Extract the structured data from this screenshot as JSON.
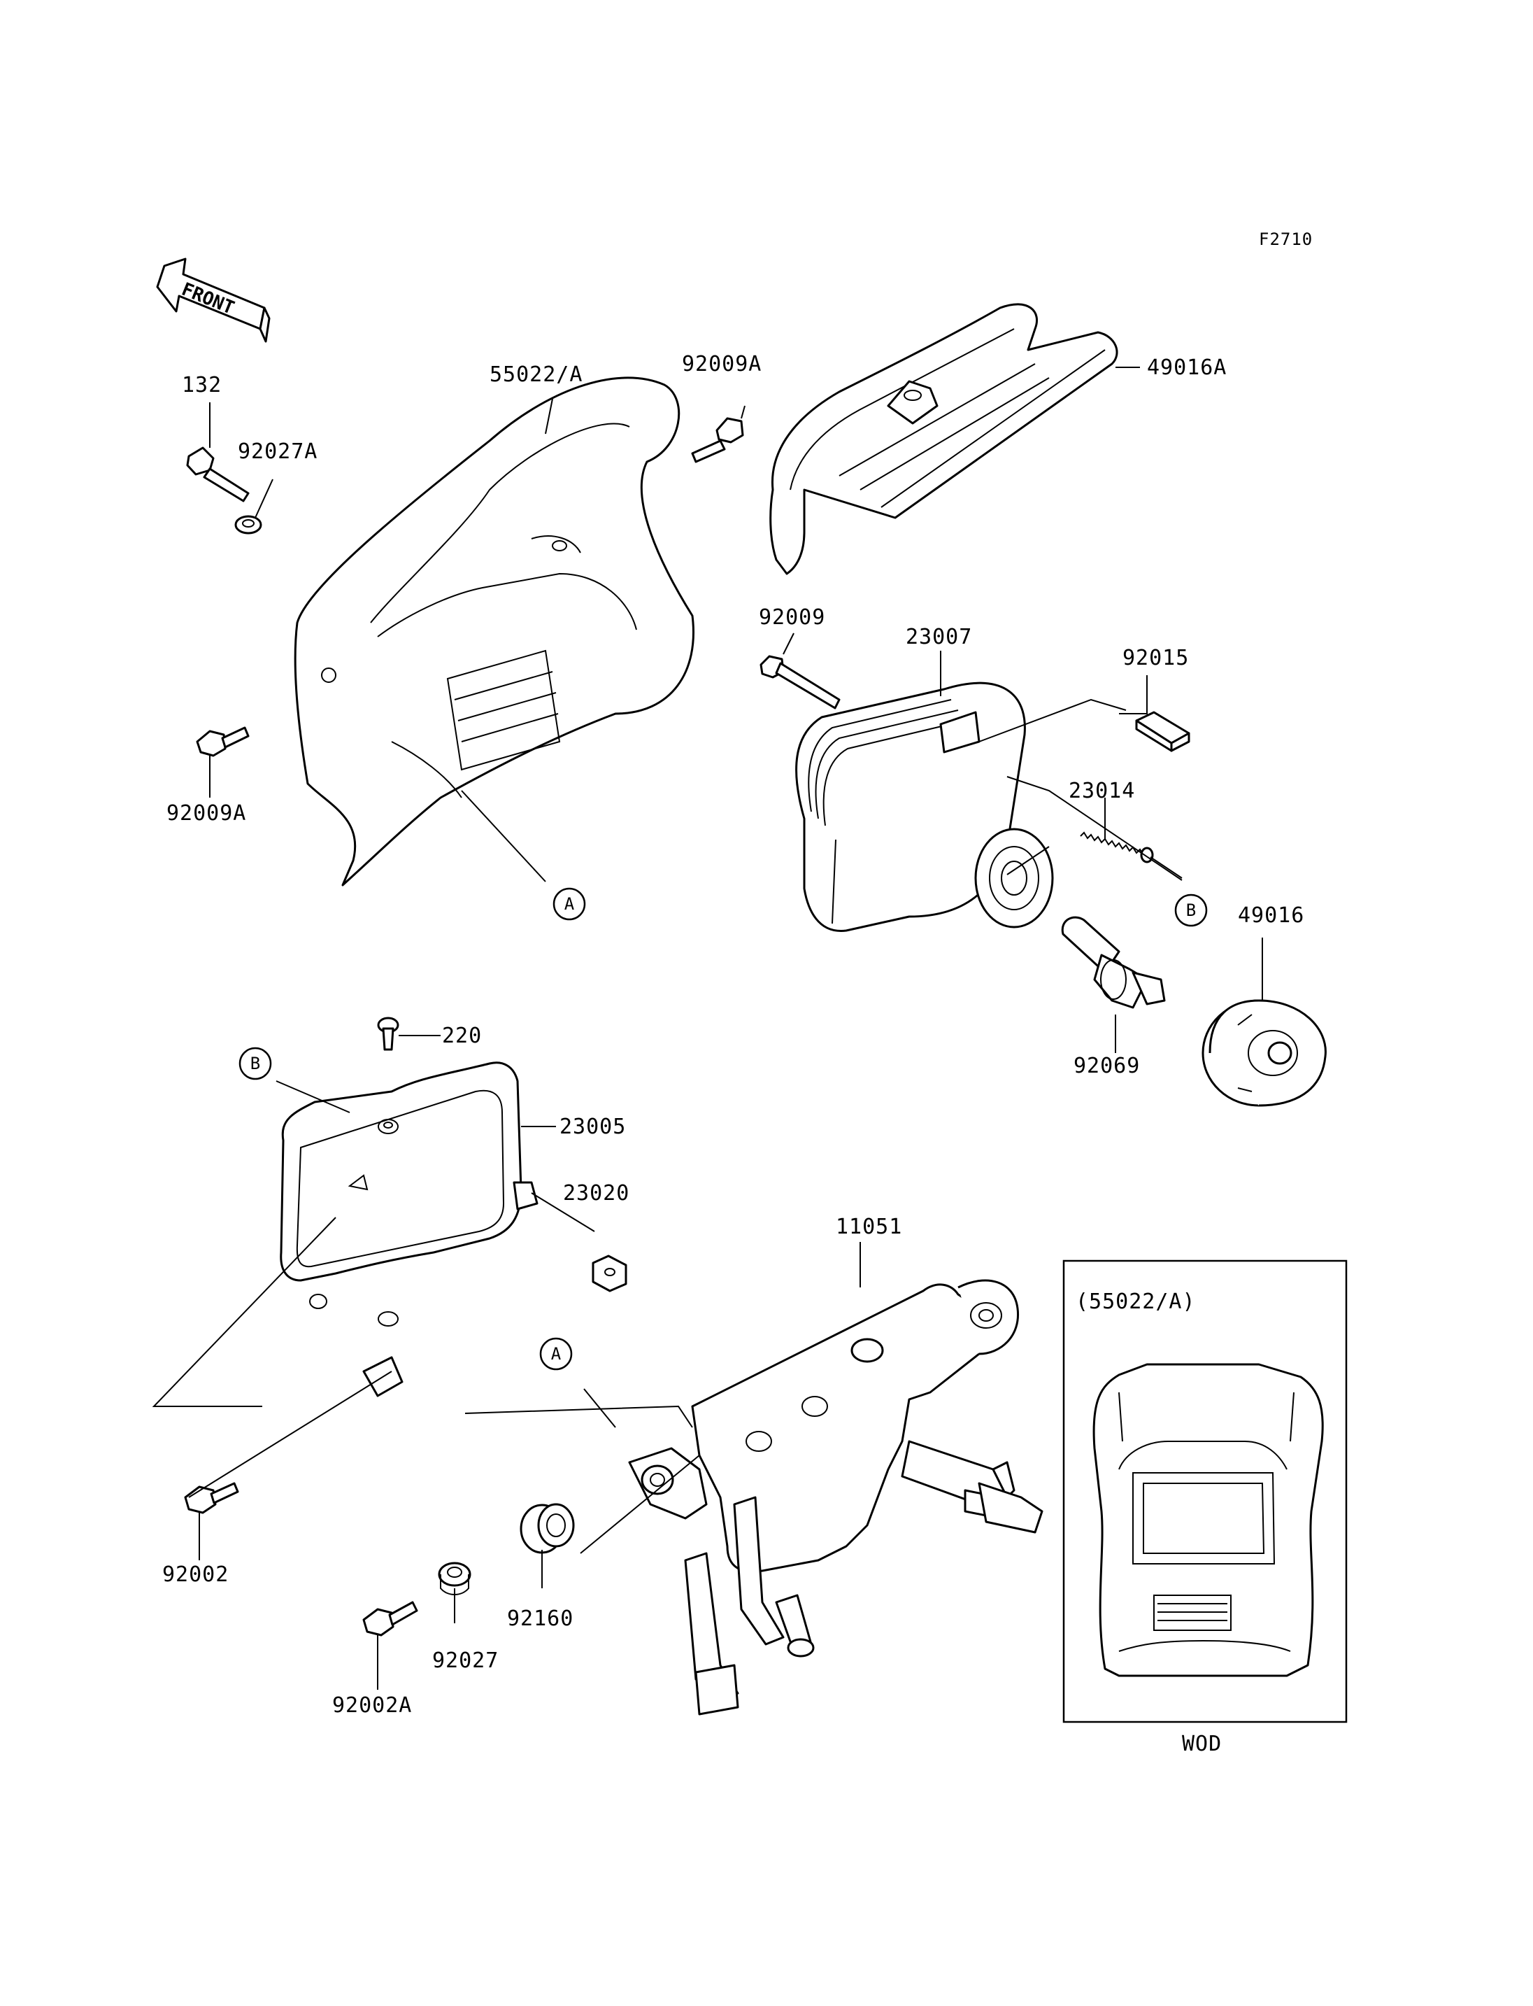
{
  "figure_code": "F2710",
  "front_arrow_label": "FRONT",
  "inset": {
    "title": "(55022/A)",
    "caption": "WOD"
  },
  "ref_markers": {
    "a": "A",
    "b": "B"
  },
  "parts": {
    "p132": "132",
    "p92027A": "92027A",
    "p55022A": "55022/A",
    "p92009A_top": "92009A",
    "p49016A": "49016A",
    "p92009A_left": "92009A",
    "p92009": "92009",
    "p23007": "23007",
    "p92015": "92015",
    "p23014": "23014",
    "p49016": "49016",
    "p92069": "92069",
    "p220": "220",
    "p23005": "23005",
    "p23020": "23020",
    "p11051": "11051",
    "p92002": "92002",
    "p92002A": "92002A",
    "p92027": "92027",
    "p92160": "92160"
  }
}
